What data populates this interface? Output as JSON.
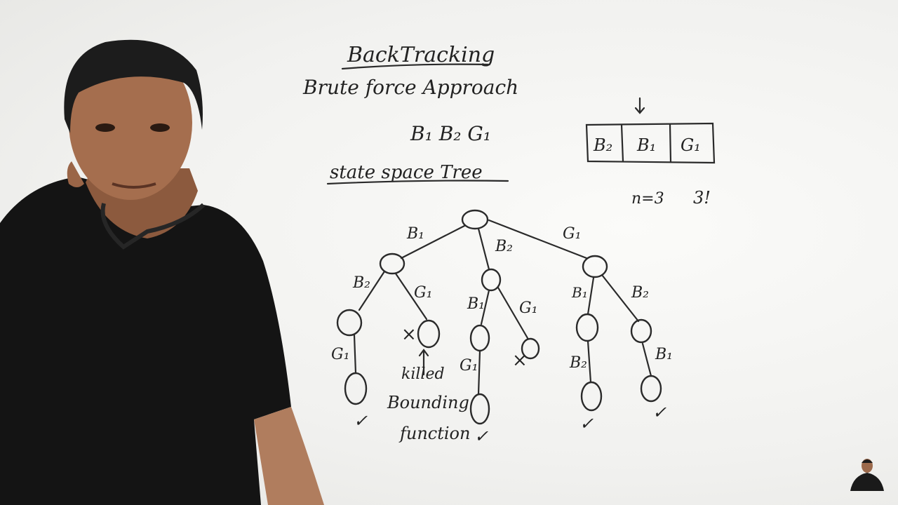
{
  "board": {
    "title": "BackTracking",
    "subtitle": "Brute force Approach",
    "items": "B₁ B₂ G₁",
    "tree_title": "state space Tree",
    "array": [
      "B₂",
      "B₁",
      "G₁"
    ],
    "n_label": "n=3",
    "factorial": "3!",
    "edges": {
      "root_b1": "B₁",
      "root_b2": "B₂",
      "root_g1": "G₁",
      "l1_b2": "B₂",
      "l1_g1": "G₁",
      "m1_b1": "B₁",
      "m1_g1": "G₁",
      "r1_b1": "B₁",
      "r1_b2": "B₂",
      "ll_g1": "G₁",
      "mm_g1": "G₁",
      "rr_b2": "B₂",
      "rr_b1": "B₁"
    },
    "killed": "killed",
    "bounding": "Bounding",
    "function": "function",
    "cross": "×",
    "check": "✓"
  }
}
